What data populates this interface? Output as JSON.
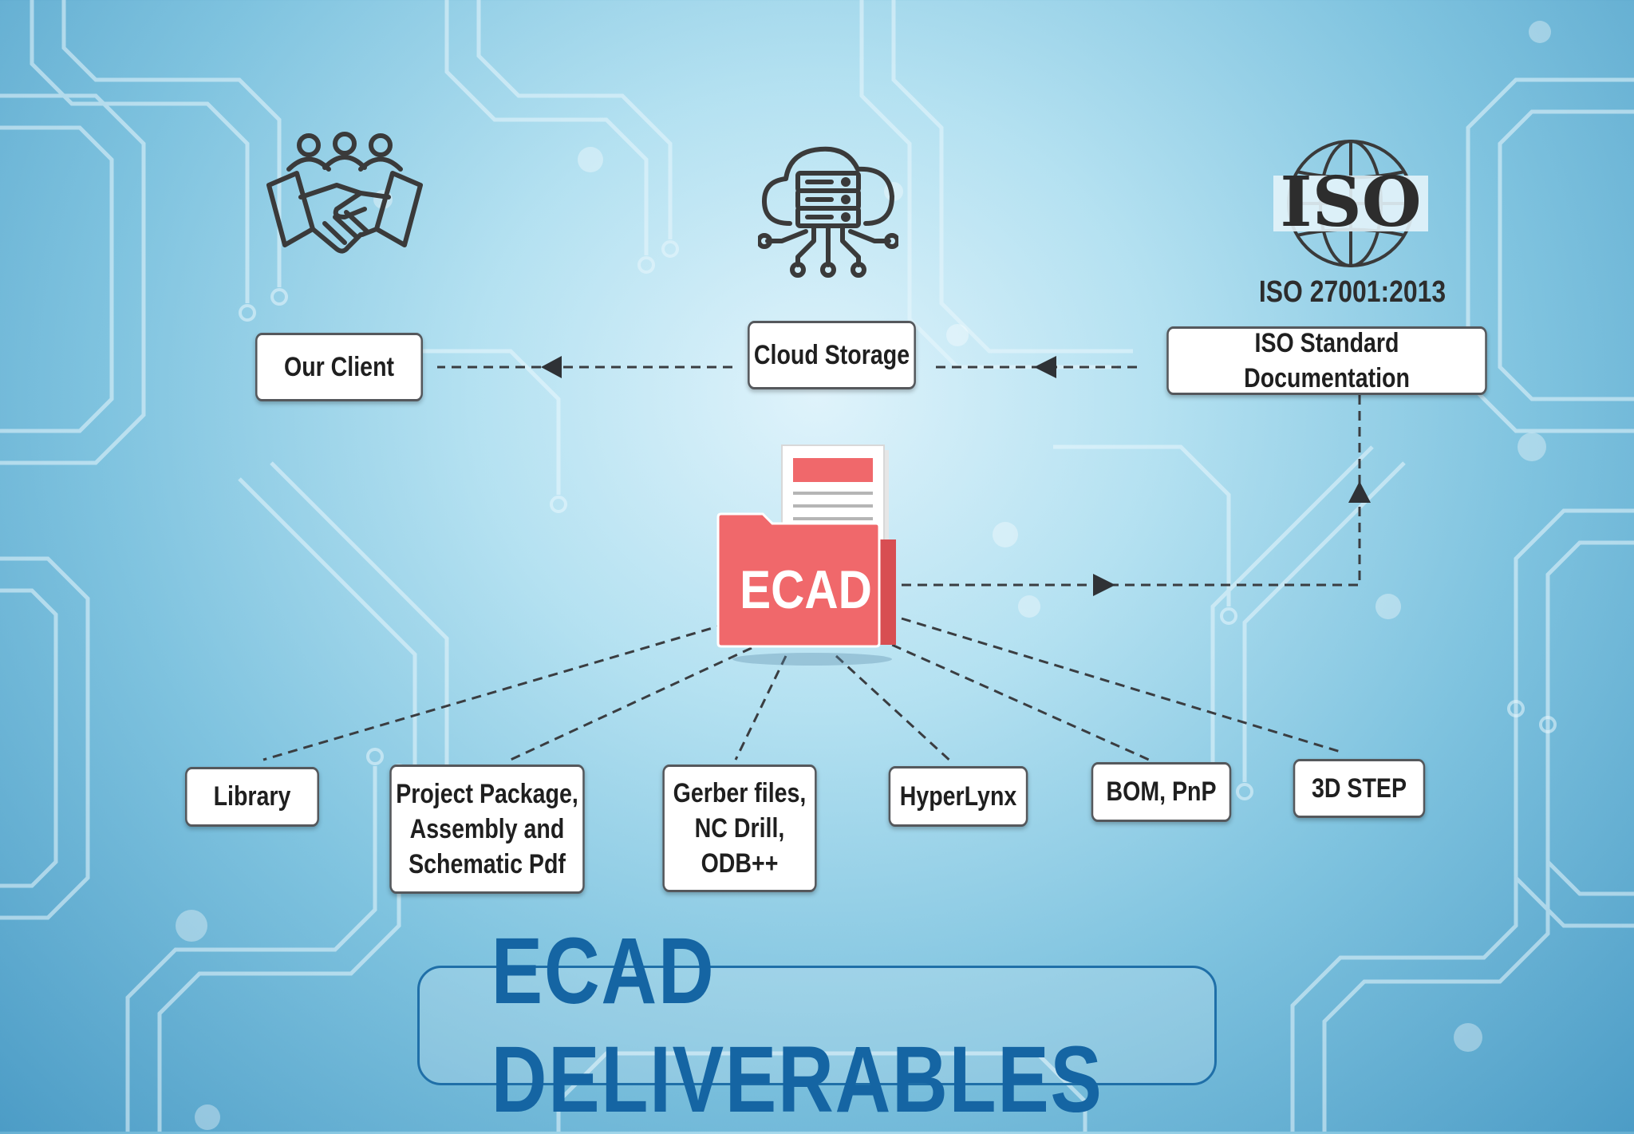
{
  "diagram": {
    "title": "ECAD DELIVERABLES",
    "center": {
      "label": "ECAD",
      "icon": "ecad-folder-icon"
    },
    "top_nodes": [
      {
        "id": "client",
        "label": "Our Client",
        "icon": "handshake-team-icon"
      },
      {
        "id": "cloud",
        "label": "Cloud Storage",
        "icon": "cloud-server-icon"
      },
      {
        "id": "iso",
        "label": "ISO Standard Documentation",
        "icon": "iso-globe-icon",
        "caption": "ISO 27001:2013"
      }
    ],
    "iso_logo_text": "ISO",
    "deliverables": [
      {
        "id": "library",
        "label": "Library"
      },
      {
        "id": "project",
        "label": "Project Package,\nAssembly and\nSchematic Pdf"
      },
      {
        "id": "gerber",
        "label": "Gerber files,\nNC Drill,\nODB++"
      },
      {
        "id": "hyperlynx",
        "label": "HyperLynx"
      },
      {
        "id": "bom",
        "label": "BOM, PnP"
      },
      {
        "id": "step",
        "label": "3D STEP"
      }
    ],
    "flows": [
      {
        "from": "ecad",
        "to": "iso"
      },
      {
        "from": "iso",
        "to": "cloud"
      },
      {
        "from": "cloud",
        "to": "client"
      }
    ]
  },
  "colors": {
    "background_light": "#dff3fb",
    "background_dark": "#4c9cc6",
    "circuit_trace": "#e9f7fd",
    "folder_red": "#f0686b",
    "title_blue": "#1565a3",
    "box_border": "#55585c",
    "icon_dark": "#3a3a3a"
  }
}
